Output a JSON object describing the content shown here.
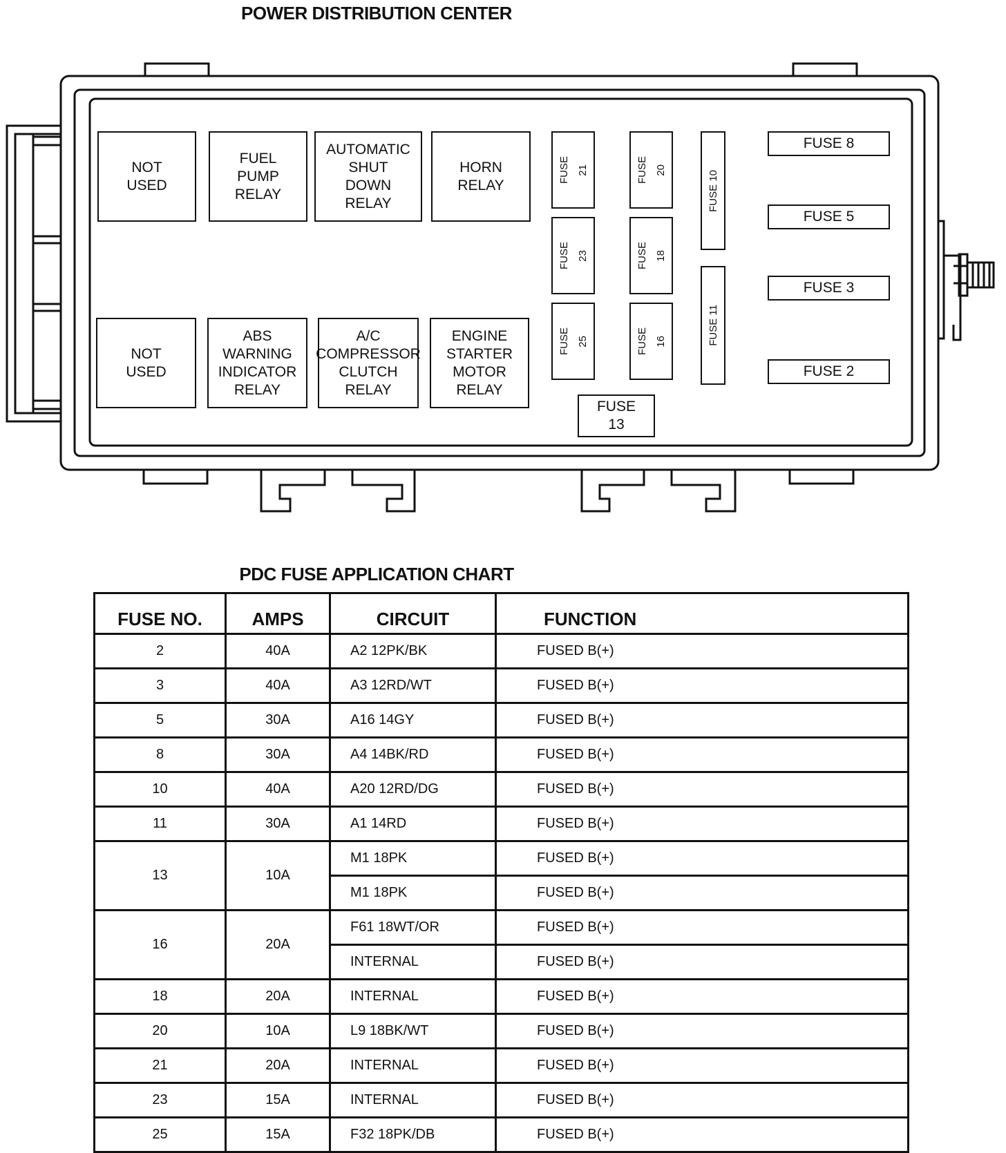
{
  "pdc": {
    "title": "POWER DISTRIBUTION CENTER",
    "relays": {
      "not_used_top": [
        "NOT",
        "USED"
      ],
      "fuel_pump": [
        "FUEL",
        "PUMP",
        "RELAY"
      ],
      "asd": [
        "AUTOMATIC",
        "SHUT",
        "DOWN",
        "RELAY"
      ],
      "horn": [
        "HORN",
        "RELAY"
      ],
      "not_used_bottom": [
        "NOT",
        "USED"
      ],
      "abs": [
        "ABS",
        "WARNING",
        "INDICATOR",
        "RELAY"
      ],
      "ac": [
        "A/C",
        "COMPRESSOR",
        "CLUTCH",
        "RELAY"
      ],
      "starter": [
        "ENGINE",
        "STARTER",
        "MOTOR",
        "RELAY"
      ]
    },
    "fuses": {
      "f21": {
        "word": "FUSE",
        "num": "21"
      },
      "f20": {
        "word": "FUSE",
        "num": "20"
      },
      "f23": {
        "word": "FUSE",
        "num": "23"
      },
      "f18": {
        "word": "FUSE",
        "num": "18"
      },
      "f25": {
        "word": "FUSE",
        "num": "25"
      },
      "f16": {
        "word": "FUSE",
        "num": "16"
      },
      "f10": "FUSE 10",
      "f11": "FUSE 11",
      "f13": [
        "FUSE",
        "13"
      ],
      "f8": "FUSE 8",
      "f5": "FUSE 5",
      "f3": "FUSE 3",
      "f2": "FUSE 2"
    }
  },
  "chart": {
    "title": "PDC FUSE APPLICATION CHART",
    "headers": {
      "fuse_no": "FUSE NO.",
      "amps": "AMPS",
      "circuit": "CIRCUIT",
      "function": "FUNCTION"
    },
    "rows": [
      {
        "fuse": "2",
        "amps": "40A",
        "circuits": [
          {
            "circuit": "A2 12PK/BK",
            "function": "FUSED B(+)"
          }
        ]
      },
      {
        "fuse": "3",
        "amps": "40A",
        "circuits": [
          {
            "circuit": "A3 12RD/WT",
            "function": "FUSED B(+)"
          }
        ]
      },
      {
        "fuse": "5",
        "amps": "30A",
        "circuits": [
          {
            "circuit": "A16 14GY",
            "function": "FUSED B(+)"
          }
        ]
      },
      {
        "fuse": "8",
        "amps": "30A",
        "circuits": [
          {
            "circuit": "A4 14BK/RD",
            "function": "FUSED B(+)"
          }
        ]
      },
      {
        "fuse": "10",
        "amps": "40A",
        "circuits": [
          {
            "circuit": "A20 12RD/DG",
            "function": "FUSED B(+)"
          }
        ]
      },
      {
        "fuse": "11",
        "amps": "30A",
        "circuits": [
          {
            "circuit": "A1 14RD",
            "function": "FUSED B(+)"
          }
        ]
      },
      {
        "fuse": "13",
        "amps": "10A",
        "circuits": [
          {
            "circuit": "M1 18PK",
            "function": "FUSED B(+)"
          },
          {
            "circuit": "M1 18PK",
            "function": "FUSED B(+)"
          }
        ]
      },
      {
        "fuse": "16",
        "amps": "20A",
        "circuits": [
          {
            "circuit": "F61 18WT/OR",
            "function": "FUSED B(+)"
          },
          {
            "circuit": "INTERNAL",
            "function": "FUSED B(+)"
          }
        ]
      },
      {
        "fuse": "18",
        "amps": "20A",
        "circuits": [
          {
            "circuit": "INTERNAL",
            "function": "FUSED B(+)"
          }
        ]
      },
      {
        "fuse": "20",
        "amps": "10A",
        "circuits": [
          {
            "circuit": "L9 18BK/WT",
            "function": "FUSED B(+)"
          }
        ]
      },
      {
        "fuse": "21",
        "amps": "20A",
        "circuits": [
          {
            "circuit": "INTERNAL",
            "function": "FUSED B(+)"
          }
        ]
      },
      {
        "fuse": "23",
        "amps": "15A",
        "circuits": [
          {
            "circuit": "INTERNAL",
            "function": "FUSED B(+)"
          }
        ]
      },
      {
        "fuse": "25",
        "amps": "15A",
        "circuits": [
          {
            "circuit": "F32 18PK/DB",
            "function": "FUSED B(+)"
          }
        ]
      }
    ]
  }
}
